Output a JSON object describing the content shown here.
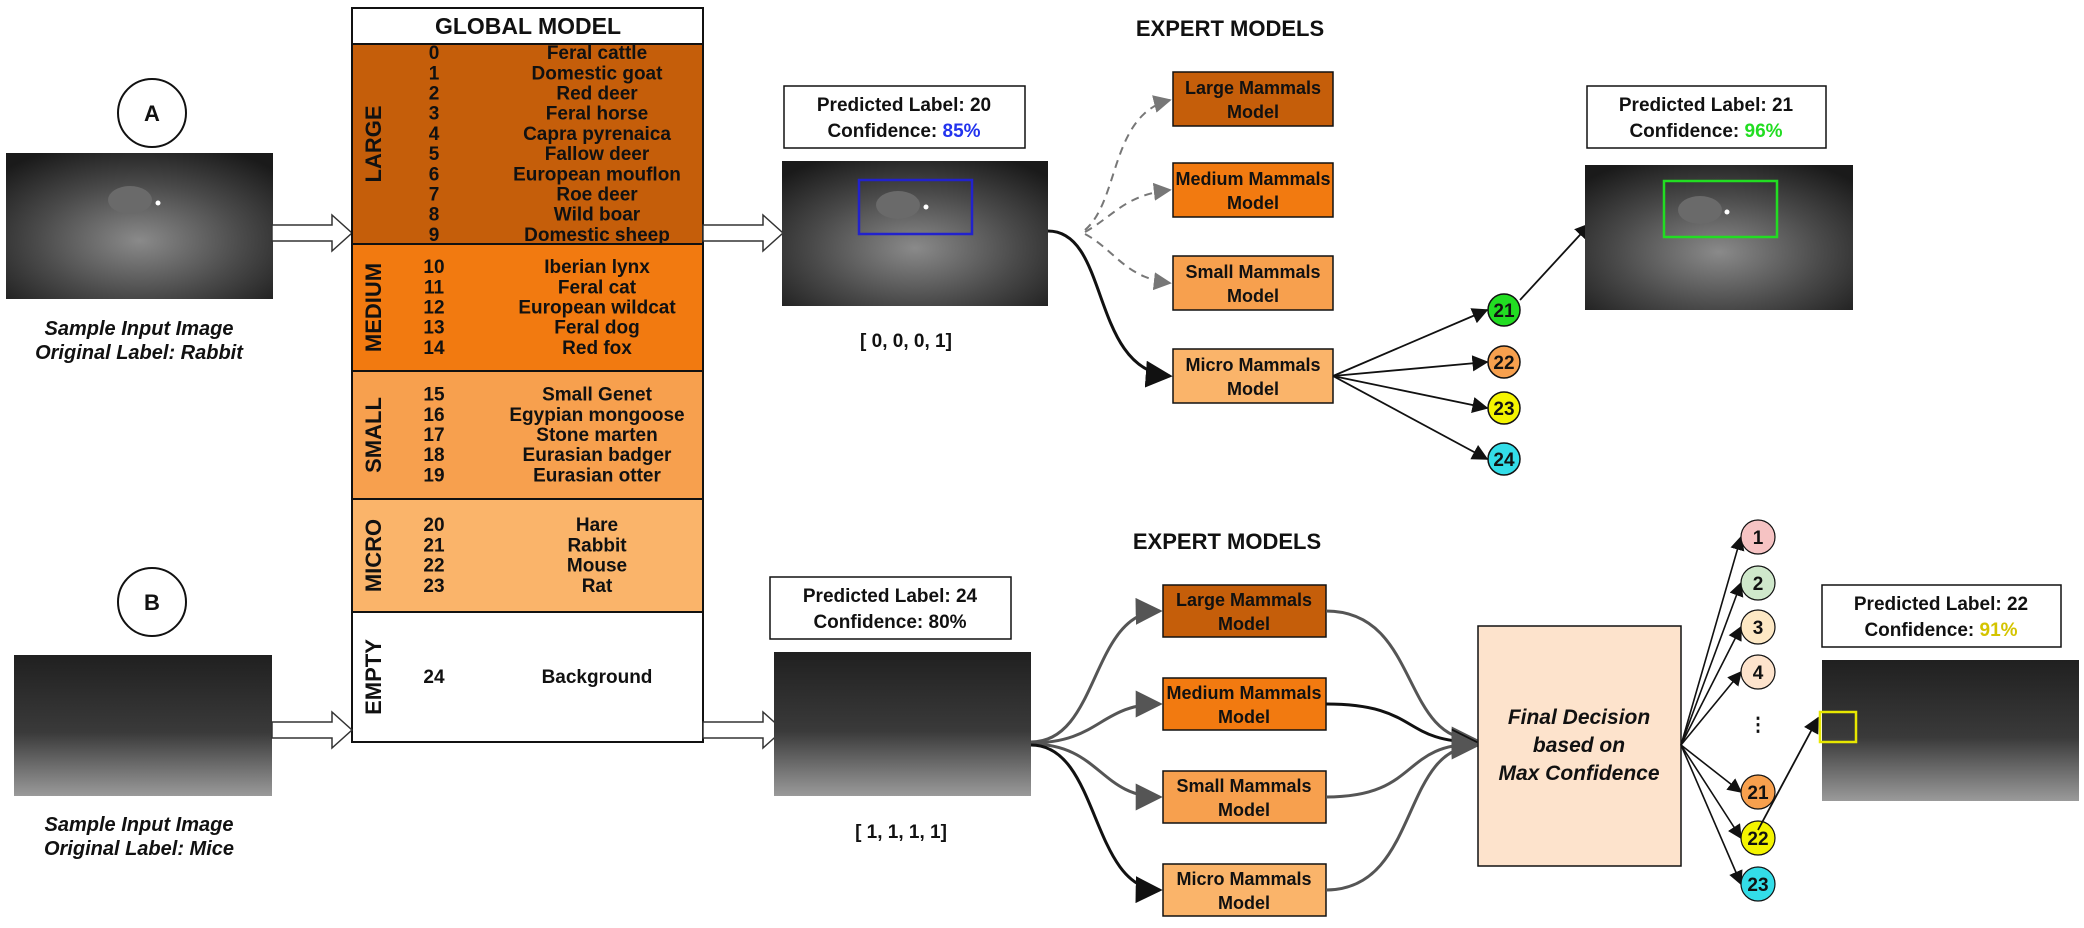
{
  "colors": {
    "large": "#c55e0a",
    "medium": "#f27a10",
    "small": "#f7a04e",
    "micro": "#fab46a",
    "empty": "#ffffff",
    "decision": "#fde3cc",
    "bbox_blue": "#2222cc",
    "bbox_green": "#22dd22",
    "bbox_yellow": "#e8e800",
    "conf_blue": "#2233ee",
    "conf_green": "#22dd22",
    "conf_yellow": "#d4c400"
  },
  "global_model": {
    "title": "GLOBAL MODEL",
    "groups": [
      {
        "name": "LARGE",
        "items": [
          {
            "id": "0",
            "label": "Feral cattle"
          },
          {
            "id": "1",
            "label": "Domestic goat"
          },
          {
            "id": "2",
            "label": "Red deer"
          },
          {
            "id": "3",
            "label": "Feral horse"
          },
          {
            "id": "4",
            "label": "Capra pyrenaica"
          },
          {
            "id": "5",
            "label": "Fallow deer"
          },
          {
            "id": "6",
            "label": "European mouflon"
          },
          {
            "id": "7",
            "label": "Roe deer"
          },
          {
            "id": "8",
            "label": "Wild boar"
          },
          {
            "id": "9",
            "label": "Domestic sheep"
          }
        ]
      },
      {
        "name": "MEDIUM",
        "items": [
          {
            "id": "10",
            "label": "Iberian lynx"
          },
          {
            "id": "11",
            "label": "Feral cat"
          },
          {
            "id": "12",
            "label": "European wildcat"
          },
          {
            "id": "13",
            "label": "Feral dog"
          },
          {
            "id": "14",
            "label": "Red fox"
          }
        ]
      },
      {
        "name": "SMALL",
        "items": [
          {
            "id": "15",
            "label": "Small Genet"
          },
          {
            "id": "16",
            "label": "Egypian mongoose"
          },
          {
            "id": "17",
            "label": "Stone marten"
          },
          {
            "id": "18",
            "label": "Eurasian badger"
          },
          {
            "id": "19",
            "label": "Eurasian otter"
          }
        ]
      },
      {
        "name": "MICRO",
        "items": [
          {
            "id": "20",
            "label": "Hare"
          },
          {
            "id": "21",
            "label": "Rabbit"
          },
          {
            "id": "22",
            "label": "Mouse"
          },
          {
            "id": "23",
            "label": "Rat"
          }
        ]
      },
      {
        "name": "EMPTY",
        "items": [
          {
            "id": "24",
            "label": "Background"
          }
        ]
      }
    ]
  },
  "row_a": {
    "marker": "A",
    "caption_line1": "Sample Input Image",
    "caption_line2": "Original Label: Rabbit",
    "pred_line1": "Predicted Label: 20",
    "conf_prefix": "Confidence: ",
    "conf_value": "85%",
    "vector_prefix": "[ 0, 0, 0, ",
    "vector_bold": "1",
    "vector_suffix": "]",
    "experts_title": "EXPERT MODELS",
    "models": [
      {
        "line1": "Large Mammals",
        "line2": "Model"
      },
      {
        "line1": "Medium Mammals",
        "line2": "Model"
      },
      {
        "line1": "Small Mammals",
        "line2": "Model"
      },
      {
        "line1": "Micro Mammals",
        "line2": "Model"
      }
    ],
    "outputs": [
      "21",
      "22",
      "23",
      "24"
    ],
    "final_pred_line1": "Predicted Label: 21",
    "final_conf_prefix": "Confidence: ",
    "final_conf_value": "96%"
  },
  "row_b": {
    "marker": "B",
    "caption_line1": "Sample Input Image",
    "caption_line2": "Original Label: Mice",
    "pred_line1": "Predicted Label: 24",
    "pred_line2": "Confidence: 80%",
    "vector": "[ 1, 1, 1, 1]",
    "experts_title": "EXPERT MODELS",
    "models": [
      {
        "line1": "Large Mammals",
        "line2": "Model"
      },
      {
        "line1": "Medium Mammals",
        "line2": "Model"
      },
      {
        "line1": "Small Mammals",
        "line2": "Model"
      },
      {
        "line1": "Micro Mammals",
        "line2": "Model"
      }
    ],
    "decision": {
      "line1": "Final Decision",
      "line2": "based on",
      "line3": "Max Confidence"
    },
    "outputs": [
      "1",
      "2",
      "3",
      "4",
      "⋮",
      "21",
      "22",
      "23"
    ],
    "final_pred_line1": "Predicted Label: 22",
    "final_conf_prefix": "Confidence: ",
    "final_conf_value": "91%"
  }
}
